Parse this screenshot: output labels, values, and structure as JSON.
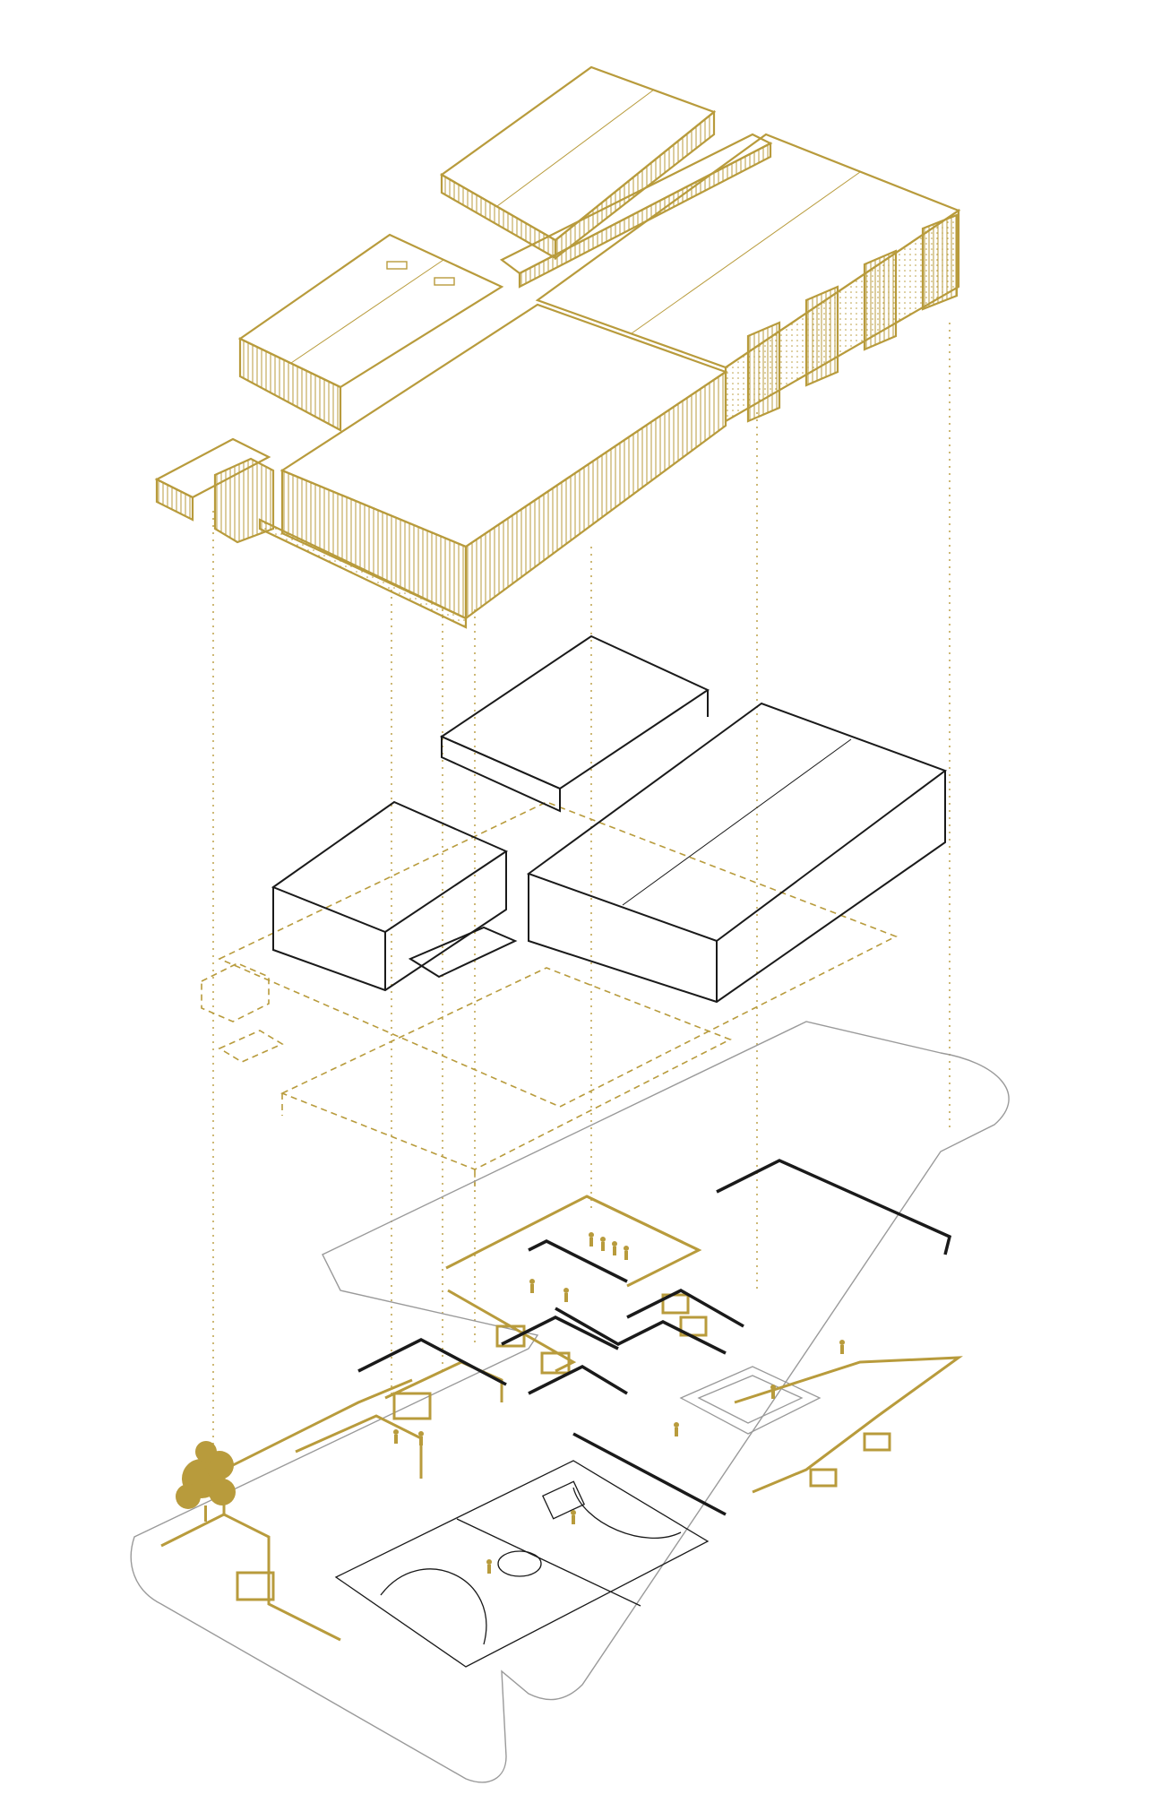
{
  "colors": {
    "gold": "#b89b3c",
    "black": "#1a1a1a",
    "grey": "#9a9a9a",
    "background": "#ffffff"
  },
  "layers": [
    {
      "id": "roof-envelope",
      "style": "gold solid with facade hatching"
    },
    {
      "id": "structure-volumes",
      "style": "black solid with gold dashed lower levels"
    },
    {
      "id": "ground-floor-plan",
      "style": "gold and black plan on grey site outline"
    }
  ],
  "icons": [
    "tree-icon",
    "person-figure-icon",
    "basketball-court-icon"
  ]
}
